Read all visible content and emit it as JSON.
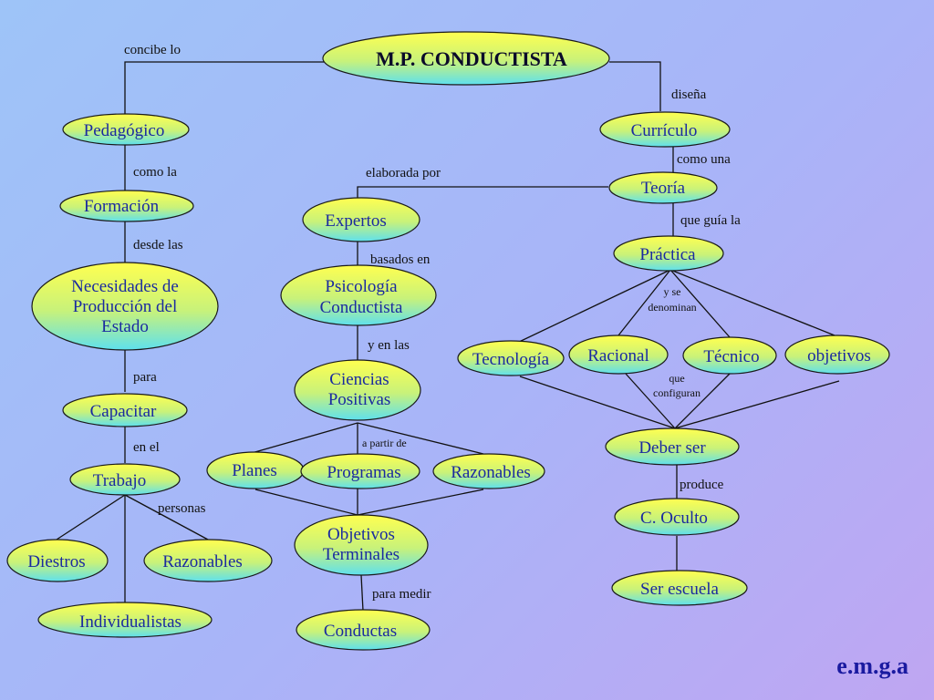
{
  "nodes": {
    "mp": "M.P.  CONDUCTISTA",
    "pedagogico": "Pedagógico",
    "curriculo": "Currículo",
    "formacion": "Formación",
    "teoria": "Teoría",
    "expertos": "Expertos",
    "necesidades": [
      "Necesidades de",
      "Producción del",
      "Estado"
    ],
    "practica": "Práctica",
    "psicologia": [
      "Psicología",
      "Conductista"
    ],
    "tecnologia": "Tecnología",
    "racional": "Racional",
    "tecnico": "Técnico",
    "objetivos": "objetivos",
    "ciencias": [
      "Ciencias",
      "Positivas"
    ],
    "capacitar": "Capacitar",
    "trabajo": "Trabajo",
    "planes": "Planes",
    "programas": "Programas",
    "razonables_mid": "Razonables",
    "deber": "Deber ser",
    "oculto": "C. Oculto",
    "diestros": "Diestros",
    "razonables_left": "Razonables",
    "objterm": [
      "Objetivos",
      "Terminales"
    ],
    "individualistas": "Individualistas",
    "conductas": "Conductas",
    "escuela": "Ser escuela"
  },
  "links": {
    "concibe": "concibe lo",
    "disena": "diseña",
    "como_la": "como la",
    "como_una": "como una",
    "elaborada": "elaborada por",
    "desde": "desde las",
    "guia": "que guía la",
    "basados": "basados en",
    "denominan": [
      "y se",
      "denominan"
    ],
    "y_en_las": "y en las",
    "para": "para",
    "configuran": [
      "que",
      "configuran"
    ],
    "en_el": "en el",
    "a_partir": "a partir de",
    "produce": "produce",
    "personas": "personas",
    "para_medir": "para medir"
  },
  "signature": "e.m.g.a",
  "colors": {
    "node_fill_top": "#ffff50",
    "node_fill_bottom": "#5ee0ee",
    "node_text": "#1a2aa0"
  }
}
